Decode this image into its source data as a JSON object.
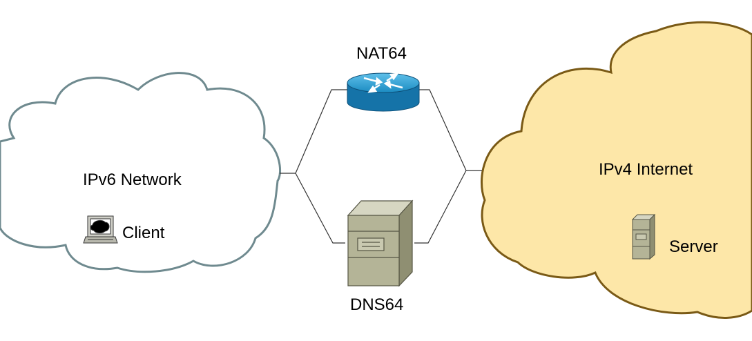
{
  "diagram": {
    "clouds": {
      "ipv6": {
        "label": "IPv6 Network",
        "fill": "#ffffff",
        "stroke": "#6f8a8f"
      },
      "ipv4": {
        "label": "IPv4 Internet",
        "fill": "#fde7a8",
        "stroke": "#7a5a16"
      }
    },
    "nodes": {
      "client": {
        "label": "Client",
        "icon": "computer-icon"
      },
      "server": {
        "label": "Server",
        "icon": "server-icon"
      },
      "nat64": {
        "label": "NAT64",
        "icon": "router-icon",
        "color": "#1c93c8"
      },
      "dns64": {
        "label": "DNS64",
        "icon": "server-icon",
        "color": "#b4b497"
      }
    }
  }
}
